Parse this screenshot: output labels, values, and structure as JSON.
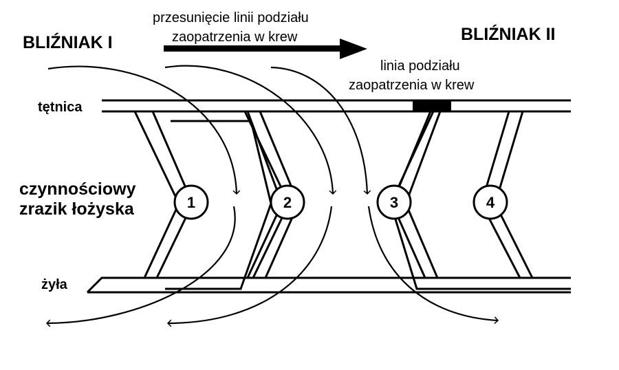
{
  "labels": {
    "twin_left": "BLIŹNIAK I",
    "twin_right": "BLIŹNIAK II",
    "shift_line_1": "przesunięcie linii podziału",
    "shift_line_2": "zaopatrzenia w krew",
    "division_line_1": "linia podziału",
    "division_line_2": "zaopatrzenia w krew",
    "artery": "tętnica",
    "vein": "żyła",
    "lobule_1": "czynnościowy",
    "lobule_2": "zrazik łożyska"
  },
  "lobules": [
    "1",
    "2",
    "3",
    "4"
  ],
  "colors": {
    "ink": "#000000",
    "background": "#ffffff"
  }
}
